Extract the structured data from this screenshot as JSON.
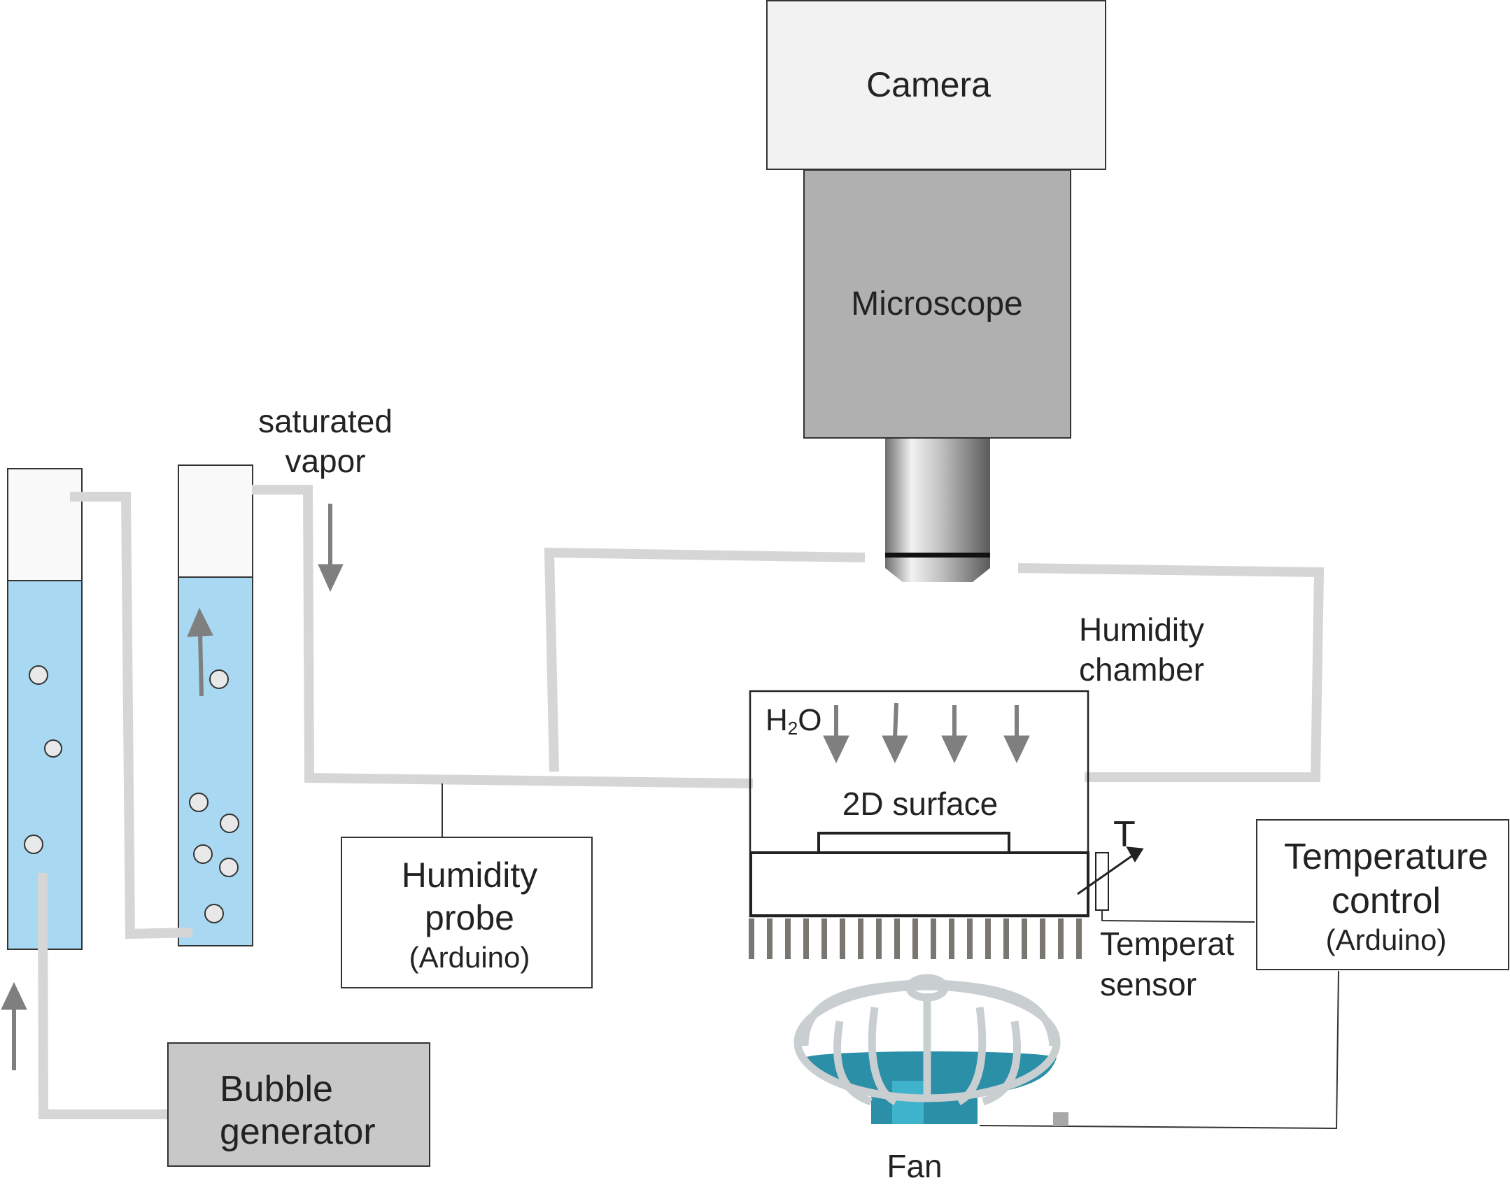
{
  "camera": {
    "label": "Camera"
  },
  "microscope": {
    "label": "Microscope"
  },
  "vapor_label": {
    "line1": "saturated",
    "line2": "vapor"
  },
  "chamber_label": {
    "line1": "Humidity",
    "line2": "chamber"
  },
  "h2o": {
    "h": "H",
    "sub": "2",
    "o": "O"
  },
  "surface_label": "2D surface",
  "t_symbol": "T",
  "humidity_probe": {
    "line1": "Humidity",
    "line2": "probe",
    "line3": "(Arduino)"
  },
  "temp_sensor": {
    "line1": "Temperat",
    "line2": "sensor"
  },
  "temp_control": {
    "line1": "Temperature",
    "line2": "control",
    "line3": "(Arduino)"
  },
  "bubble_generator": {
    "line1": "Bubble",
    "line2": "generator"
  },
  "fan": {
    "label": "Fan"
  },
  "colors": {
    "water": "#a8d8f2",
    "tube": "#d6d6d6",
    "arrow": "#7f7f7f",
    "microscope": "#b1b0b1",
    "bubble_generator": "#c8c8c8",
    "fan_blade": "#2b8fa8",
    "heatsink_fin": "#7a7672"
  }
}
